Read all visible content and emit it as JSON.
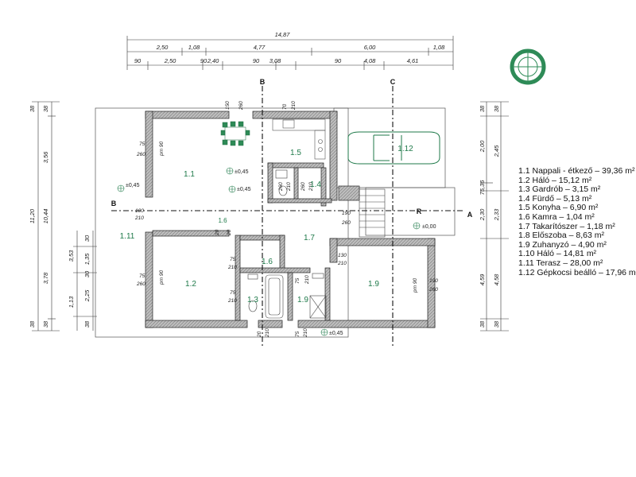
{
  "colors": {
    "wall": "#3a3a3a",
    "room_label": "#1f7a4a",
    "dim": "#333333",
    "fill_light": "#f2f2f2",
    "accent": "#2e8b57"
  },
  "dims_top": {
    "total": "14,87",
    "row2": [
      "2,50",
      "1,08",
      "4,77",
      "6,00",
      "1,08"
    ],
    "row3": [
      "90",
      "2,50",
      "90",
      "2,40",
      "90",
      "3,08",
      "90",
      "4,08",
      "4,61"
    ]
  },
  "dims_left": {
    "outer": "11,20",
    "inner": "10,44",
    "col1": [
      "38",
      "3,56",
      "3,53",
      "1,13",
      "38"
    ],
    "col2": [
      "38",
      "3,78",
      "38"
    ],
    "col3": [
      "30",
      "1,35",
      "30",
      "2,25",
      "38"
    ]
  },
  "dims_right": {
    "col1": [
      "38",
      "2,00",
      "75,36",
      "2,30",
      "4,59",
      "38"
    ],
    "col2": [
      "38",
      "2,45",
      "2,33",
      "4,58",
      "38"
    ]
  },
  "axes": {
    "b": "B",
    "c": "C",
    "a": "A",
    "r": "R"
  },
  "elevations": {
    "e1": "±0,45",
    "e2": "±0,45",
    "e3": "±0,45",
    "e4": "±0,00",
    "e5": "±0,45"
  },
  "openings": {
    "o1a": "75",
    "o1b": "260",
    "o1c": "pm 90",
    "o2a": "100",
    "o2b": "210",
    "o3a": "75",
    "o3b": "260",
    "o3c": "pm 90",
    "o4a": "150",
    "o4b": "260",
    "o5a": "70",
    "o5b": "210",
    "o6a": "260",
    "o6b": "210",
    "o7a": "20",
    "o7b": "20",
    "o8a": "75",
    "o8b": "210",
    "o9a": "75",
    "o9b": "210",
    "o10a": "190",
    "o10b": "260",
    "o11a": "130",
    "o11b": "210",
    "o12a": "75",
    "o12b": "210",
    "o13a": "190",
    "o13b": "260",
    "o13c": "pm 90",
    "o14a": "160",
    "o14b": "260",
    "o15a": "20",
    "o15b": "210",
    "o15c": "75",
    "o15d": "210"
  },
  "rooms": {
    "r11": "1.1",
    "r12": "1.2",
    "r13": "1.3",
    "r14": "1.4",
    "r15": "1.5",
    "r16a": "1.6",
    "r16b": "1.6",
    "r17": "1.7",
    "r19a": "1.9",
    "r19b": "1.9",
    "r111": "1.11",
    "r112": "1.12"
  },
  "legend": [
    "1.1 Nappali - étkező  – 39,36 m²",
    "1.2 Háló – 15,12 m²",
    "1.3 Gardrób – 3,15 m²",
    "1.4 Fürdő – 5,13 m²",
    "1.5 Konyha – 6,90 m²",
    "1.6 Kamra –  1,04 m²",
    "1.7 Takarítószer  – 1,18 m²",
    "1.8 Előszoba – 8,63 m²",
    "1.9 Zuhanyzó – 4,90 m²",
    "1.10 Háló – 14,81 m²",
    "1.11 Terasz – 28,00 m²",
    "1.12 Gépkocsi beálló – 17,96 m²"
  ]
}
